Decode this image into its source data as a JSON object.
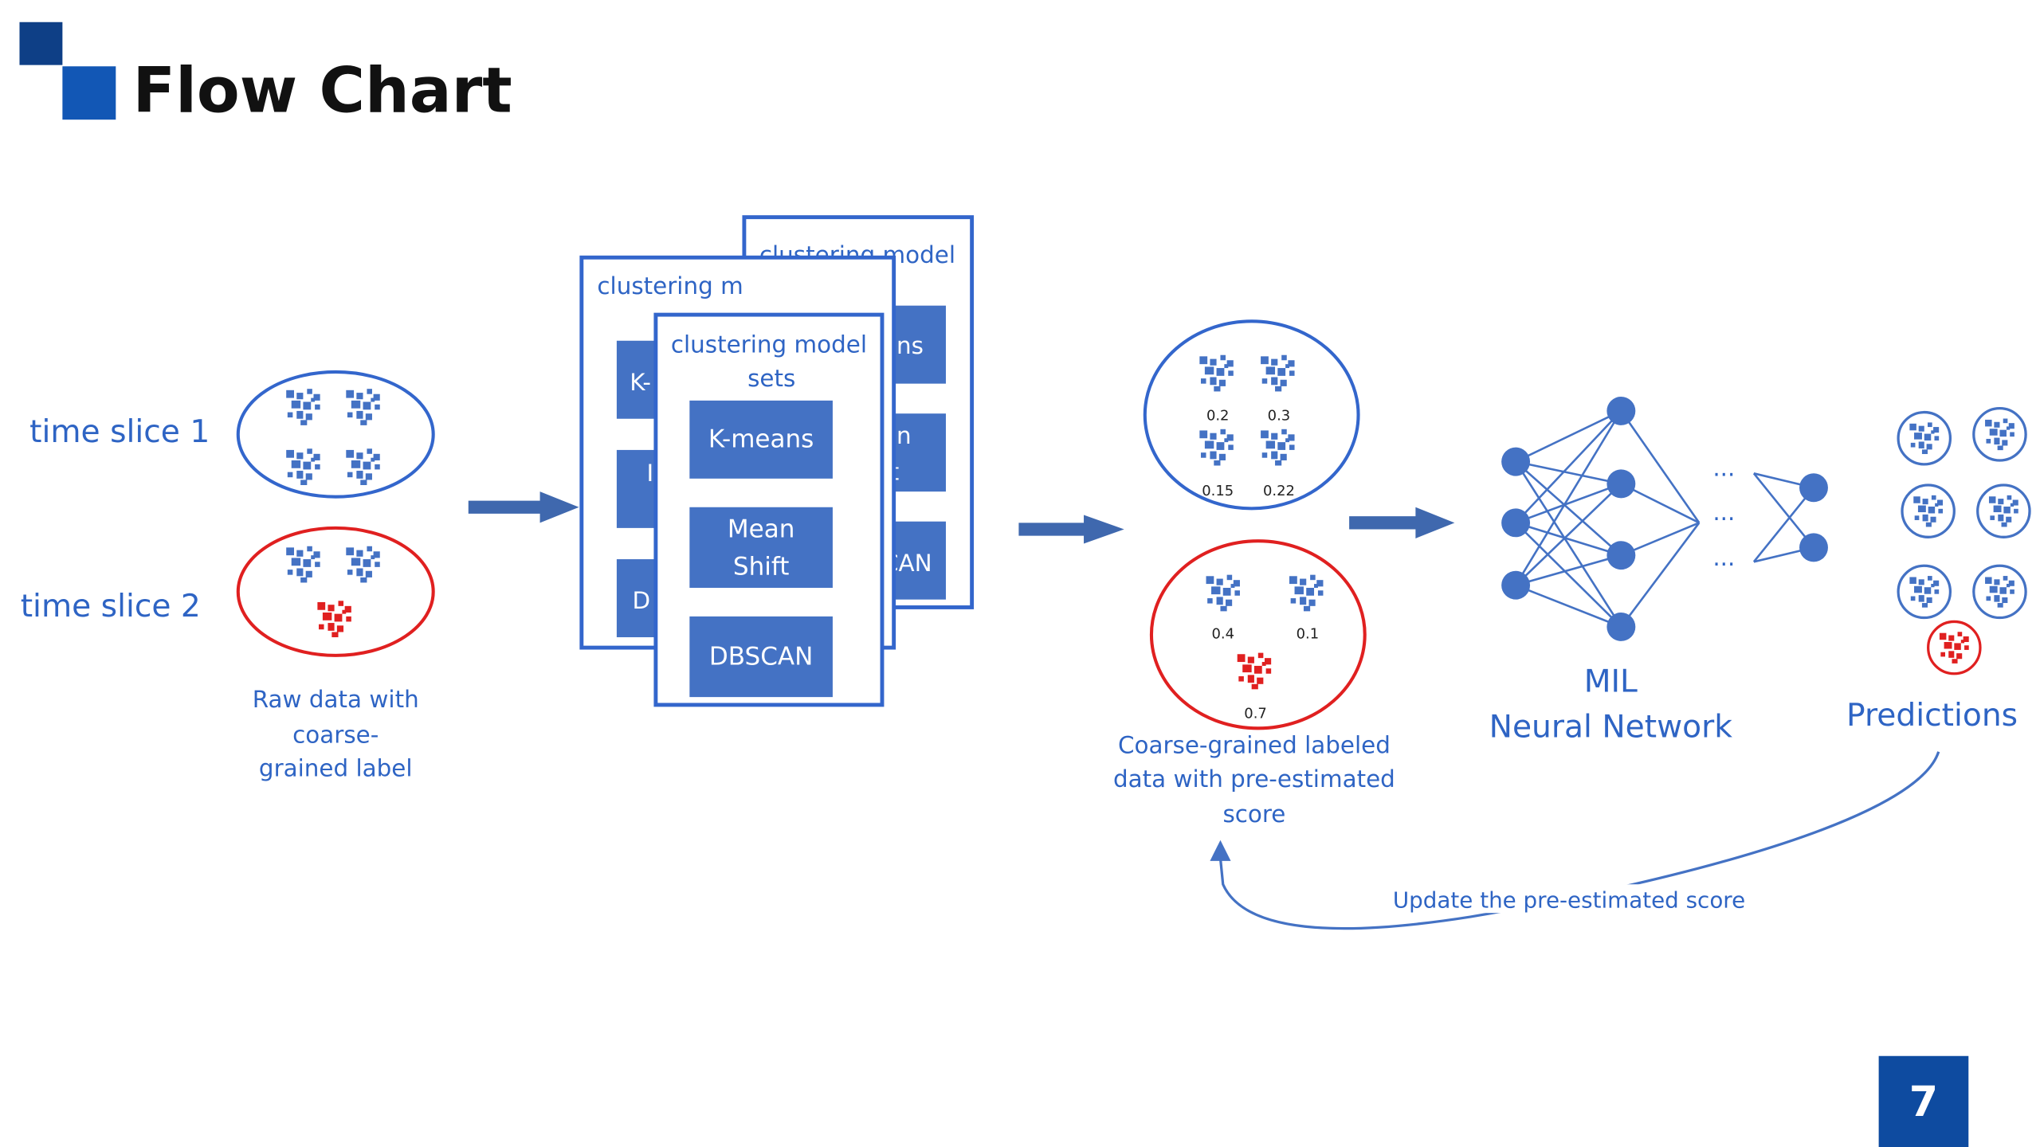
{
  "title": "Flow Chart",
  "page_number": "7",
  "colors": {
    "accent": "#0E4BA0",
    "blue": "#4472C4",
    "red": "#E02020",
    "text_blue": "#2E64C4"
  },
  "input": {
    "slice1_label": "time slice 1",
    "slice2_label": "time slice 2",
    "caption_lines": [
      "Raw data with",
      "coarse-",
      "grained label"
    ]
  },
  "clustering": {
    "back_title_lines": [
      "clustering model",
      "sets"
    ],
    "middle_title": "clustering m",
    "front_title_lines": [
      "clustering model",
      "sets"
    ],
    "models": {
      "kmeans": "K-means",
      "meanshift_lines": [
        "Mean",
        "Shift"
      ],
      "dbscan": "DBSCAN"
    },
    "back_partials": [
      "ans",
      "an",
      "ft",
      "CAN"
    ],
    "middle_partials": [
      "K-",
      "I",
      "D"
    ]
  },
  "scored": {
    "top_scores": [
      "0.2",
      "0.3",
      "0.15",
      "0.22"
    ],
    "bottom_scores": [
      "0.4",
      "0.1",
      "0.7"
    ],
    "caption_lines": [
      "Coarse-grained labeled",
      "data with pre-estimated",
      "score"
    ]
  },
  "network": {
    "ellipsis": "...",
    "label_lines": [
      "MIL",
      "Neural Network"
    ]
  },
  "predictions": {
    "label": "Predictions"
  },
  "feedback": {
    "label": "Update the pre-estimated score"
  }
}
